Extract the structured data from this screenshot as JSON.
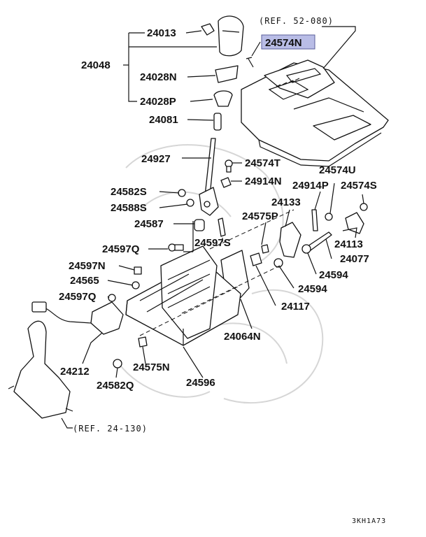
{
  "references": {
    "top_ref": "(REF. 52-080)",
    "bottom_ref": "(REF. 24-130)"
  },
  "diagram_code": "3KH1A73",
  "highlight_color": "#b9bde6",
  "parts": {
    "p24013": "24013",
    "p24048": "24048",
    "p24028N": "24028N",
    "p24028P": "24028P",
    "p24081": "24081",
    "p24574N": "24574N",
    "p24927": "24927",
    "p24574T": "24574T",
    "p24914N": "24914N",
    "p24574U": "24574U",
    "p24582S": "24582S",
    "p24588S": "24588S",
    "p24914P": "24914P",
    "p24574S": "24574S",
    "p24133": "24133",
    "p24587": "24587",
    "p24575P": "24575P",
    "p24113": "24113",
    "p24597S": "24597S",
    "p24597Q_top": "24597Q",
    "p24077": "24077",
    "p24597N": "24597N",
    "p24594_a": "24594",
    "p24565": "24565",
    "p24594_b": "24594",
    "p24597Q_left": "24597Q",
    "p24117": "24117",
    "p24064N": "24064N",
    "p24212": "24212",
    "p24575N": "24575N",
    "p24582Q": "24582Q",
    "p24596": "24596"
  }
}
